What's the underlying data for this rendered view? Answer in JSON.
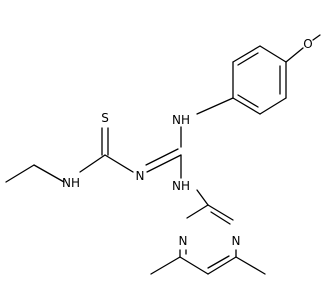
{
  "diagram_type": "chemical-structure",
  "colors": {
    "bond": "#000000",
    "text": "#000000",
    "background": "#ffffff"
  },
  "atoms": [
    {
      "id": "o_methoxy",
      "label": "O"
    },
    {
      "id": "s_thione",
      "label": "S"
    },
    {
      "id": "nh_aryl",
      "label": "NH"
    },
    {
      "id": "nh_ethyl",
      "label": "NH"
    },
    {
      "id": "n_imine",
      "label": "N"
    },
    {
      "id": "nh_pyrimidinyl",
      "label": "NH"
    },
    {
      "id": "n_pyr_left",
      "label": "N"
    },
    {
      "id": "n_pyr_right",
      "label": "N"
    }
  ]
}
